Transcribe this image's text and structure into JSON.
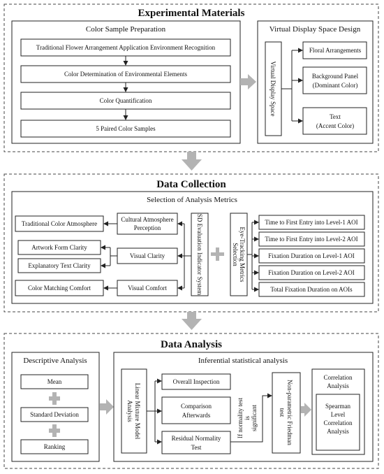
{
  "section1": {
    "title": "Experimental Materials",
    "color_prep": {
      "heading": "Color Sample Preparation",
      "steps": [
        "Traditional Flower Arrangement Application Environment Recognition",
        "Color Determination of Environmental Elements",
        "Color Quantification",
        "5 Paired Color Samples"
      ]
    },
    "virtual_space": {
      "heading": "Virtual Display Space Design",
      "root": "Virtual Display Space",
      "items": [
        [
          "Floral Arrangements"
        ],
        [
          "Background Panel",
          "(Dominant Color)"
        ],
        [
          "Text",
          "(Accent Color)"
        ]
      ]
    }
  },
  "section2": {
    "title": "Data Collection",
    "heading": "Selection of Analysis Metrics",
    "sd_system": "SD Evaluation Indicator System",
    "eye_tracking": [
      "Eye-Tracking Metrics",
      "Selection"
    ],
    "perceptions": [
      [
        "Cultural Atmosphere",
        "Perception"
      ],
      [
        "Visual Clarity"
      ],
      [
        "Visual Comfort"
      ]
    ],
    "indicators": [
      "Traditional Color Atmosphere",
      "Artwork Form Clarity",
      "Explanatory Text Clarity",
      "Color Matching Comfort"
    ],
    "aoi_metrics": [
      "Time to First Entry into Level-1 AOI",
      "Time to First Entry into Level-2 AOI",
      "Fixation Duration on Level-1 AOI",
      "Fixation Duration on Level-2 AOI",
      "Total Fixation Duration on AOIs"
    ]
  },
  "section3": {
    "title": "Data Analysis",
    "descriptive": {
      "heading": "Descriptive Analysis",
      "items": [
        "Mean",
        "Standard Deviation",
        "Ranking"
      ]
    },
    "inferential": {
      "heading": "Inferential statistical analysis",
      "lmm": [
        "Linear Mixture Model",
        "Analysis"
      ],
      "steps": [
        [
          "Overall Inspection"
        ],
        [
          "Comparison",
          "Afterwards"
        ],
        [
          "Residual Normality",
          "Test"
        ]
      ],
      "condition": [
        "If normality test",
        "is",
        "significant"
      ],
      "friedman": [
        "Non-parametric Friedman",
        "test"
      ],
      "correlation": {
        "heading": [
          "Correlation",
          "Analysis"
        ],
        "method": [
          "Spearman",
          "Level",
          "Correlation",
          "Analysis"
        ]
      }
    }
  },
  "colors": {
    "arrow": "#b3b3b3",
    "border": "#222222"
  }
}
